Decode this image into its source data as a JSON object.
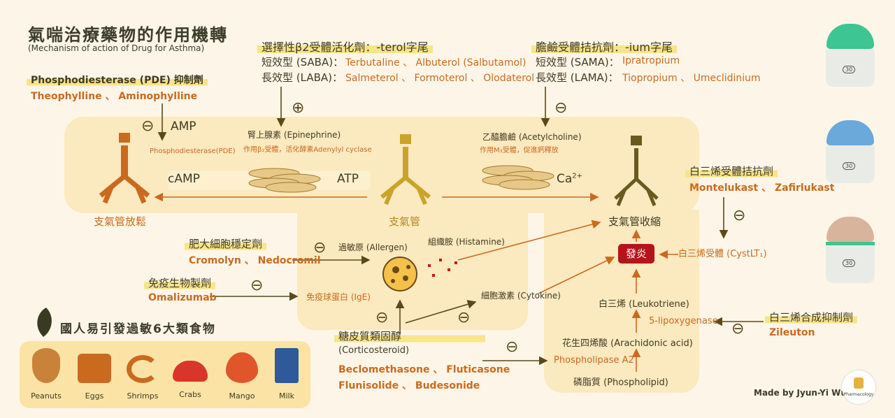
{
  "title": "氣喘治療藥物的作用機轉",
  "subtitle": "(Mechanism of action of Drug for Asthma)",
  "pde": {
    "heading": "Phosphodiesterase (PDE) 抑制劑",
    "drugs": "Theophylline 、 Aminophylline"
  },
  "beta2": {
    "heading": "選擇性β2受體活化劑：-terol字尾",
    "saba": "短效型 (SABA)：",
    "saba_drugs": "Terbutaline 、 Albuterol (Salbutamol)",
    "laba": "長效型 (LABA)：",
    "laba_drugs": "Salmeterol 、 Formoterol 、 Olodaterol"
  },
  "anticholinergic": {
    "heading": "膽鹼受體拮抗劑：-ium字尾",
    "sama": "短效型 (SAMA)：",
    "sama_drugs": "Ipratropium",
    "lama": "長效型 (LAMA)：",
    "lama_drugs": "Tiopropium 、 Umeclidinium"
  },
  "symbols": {
    "plus": "⊕",
    "minus": "⊖"
  },
  "amp": "AMP",
  "camp": "cAMP",
  "atp": "ATP",
  "pde_enzyme": "Phosphodiesterase(PDE)",
  "epinephrine": {
    "label": "腎上腺素 (Epinephrine)",
    "note": "作用β₂受體，活化酵素Adenylyl cyclase"
  },
  "acetylcholine": {
    "label": "乙醯膽鹼 (Acetylcholine)",
    "note": "作用M₃受體，促進鈣釋放"
  },
  "calcium": "Ca",
  "calcium_sup": "2+",
  "bronchus_relax": "支氣管放鬆",
  "bronchus": "支氣管",
  "bronchus_constrict": "支氣管收縮",
  "leukotriene_antagonist": {
    "heading": "白三烯受體拮抗劑",
    "drugs": "Montelukast 、 Zafirlukast"
  },
  "cystlt_receptor": "白三烯受體 (CystLT₁)",
  "inflammation": "發炎",
  "mast": {
    "heading": "肥大細胞穩定劑",
    "drugs": "Cromolyn 、 Nedocromil"
  },
  "allergen": "過敏原 (Allergen)",
  "histamine": "組織胺 (Histamine)",
  "immuno": {
    "heading": "免疫生物製劑",
    "drugs": "Omalizumab"
  },
  "ige": "免疫球蛋白 (IgE)",
  "cytokine": "細胞激素 (Cytokine)",
  "steroid": {
    "heading": "糖皮質類固醇",
    "sub": "(Corticosteroid)",
    "drugs1": "Beclomethasone 、 Fluticasone",
    "drugs2": "Flunisolide 、 Budesonide"
  },
  "leukotriene": "白三烯 (Leukotriene)",
  "lipoxygenase": "5-lipoxygenase",
  "arachidonic": "花生四烯酸 (Arachidonic acid)",
  "pla2": "Phospholipase A2",
  "phospholipid": "磷脂質 (Phospholipid)",
  "synthesis_inhibitor": {
    "heading": "白三烯合成抑制劑",
    "drugs": "Zileuton"
  },
  "allergy_foods": {
    "heading": "國人易引發過敏6大類食物",
    "items": [
      {
        "name": "Peanuts",
        "icon": "peanut-icon"
      },
      {
        "name": "Eggs",
        "icon": "egg-basket-icon"
      },
      {
        "name": "Shrimps",
        "icon": "shrimp-icon"
      },
      {
        "name": "Crabs",
        "icon": "crab-icon"
      },
      {
        "name": "Mango",
        "icon": "mango-icon"
      },
      {
        "name": "Milk",
        "icon": "milk-carton-icon"
      }
    ]
  },
  "inhaler_dose": "30",
  "credit": "Made by Jyun-Yi Wu",
  "logo_text": "Pharmacology",
  "colors": {
    "background": "#fdf6e8",
    "panel": "#fbe9bf",
    "highlight": "#f8e48a",
    "drug": "#c96a1f",
    "relax": "#c96a1f",
    "constrict": "#6b5a1e",
    "inflammation": "#b5141b",
    "inhaler_green": "#3dc593",
    "inhaler_blue": "#6aa9da",
    "inhaler_tan": "#d9b49c"
  }
}
